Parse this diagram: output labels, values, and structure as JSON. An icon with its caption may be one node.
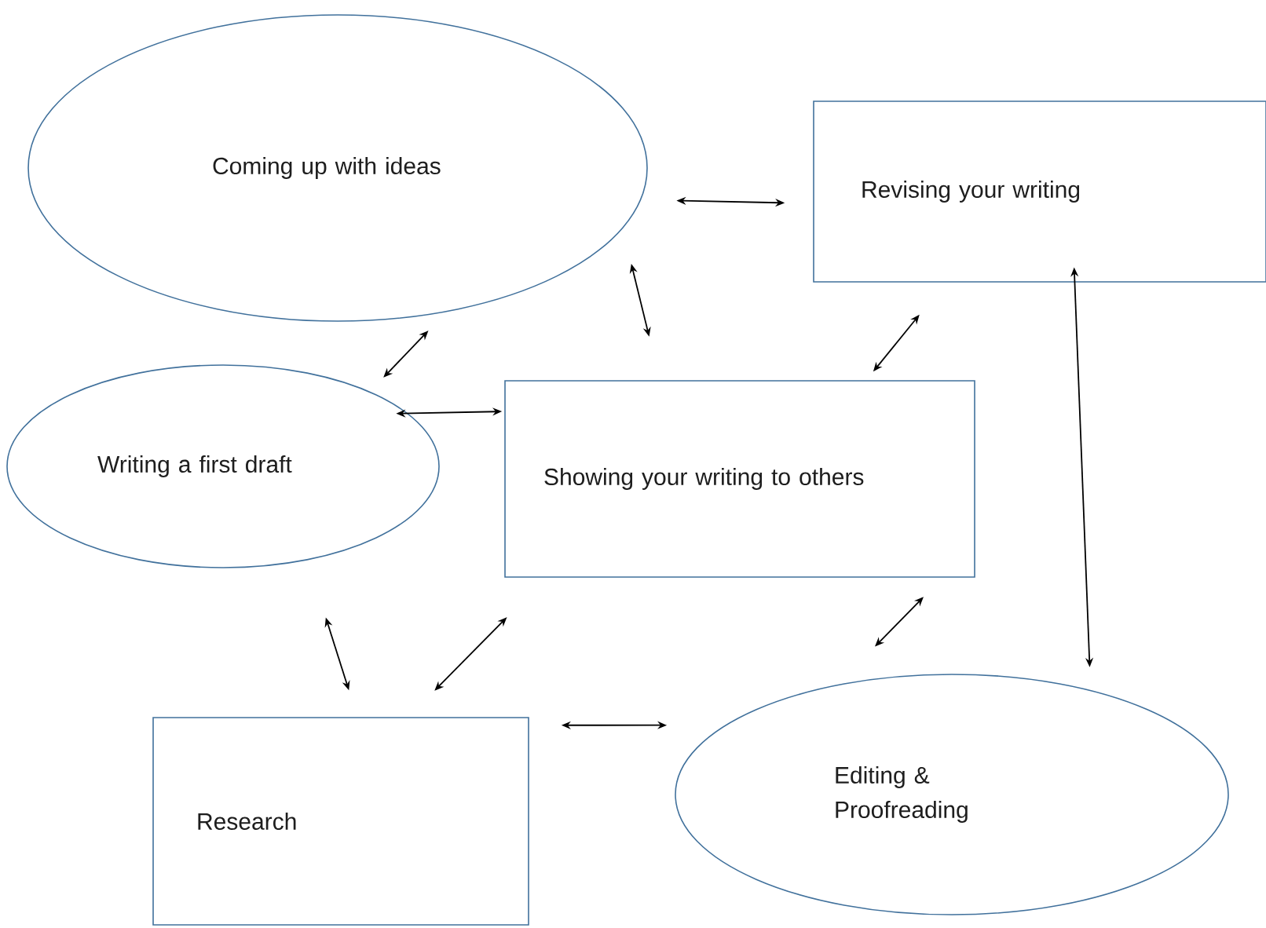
{
  "diagram": {
    "nodes": [
      {
        "text": [
          "Coming up with ideas"
        ]
      },
      {
        "text": [
          "Revising your writing"
        ]
      },
      {
        "text": [
          "Writing a first draft"
        ]
      },
      {
        "text": [
          "Showing your writing to others"
        ]
      },
      {
        "text": [
          "Research"
        ]
      },
      {
        "text": [
          "Editing & Proofreading"
        ]
      }
    ],
    "edges": [
      {
        "from": 0,
        "to": 1,
        "arrow": "both"
      },
      {
        "from": 0,
        "to": 2,
        "arrow": "both"
      },
      {
        "from": 0,
        "to": 3,
        "arrow": "both"
      },
      {
        "from": 1,
        "to": 3,
        "arrow": "both"
      },
      {
        "from": 1,
        "to": 5,
        "arrow": "both"
      },
      {
        "from": 2,
        "to": 3,
        "arrow": "both"
      },
      {
        "from": 2,
        "to": 4,
        "arrow": "both"
      },
      {
        "from": 3,
        "to": 4,
        "arrow": "both"
      },
      {
        "from": 3,
        "to": 5,
        "arrow": "both"
      },
      {
        "from": 4,
        "to": 5,
        "arrow": "both"
      }
    ]
  }
}
